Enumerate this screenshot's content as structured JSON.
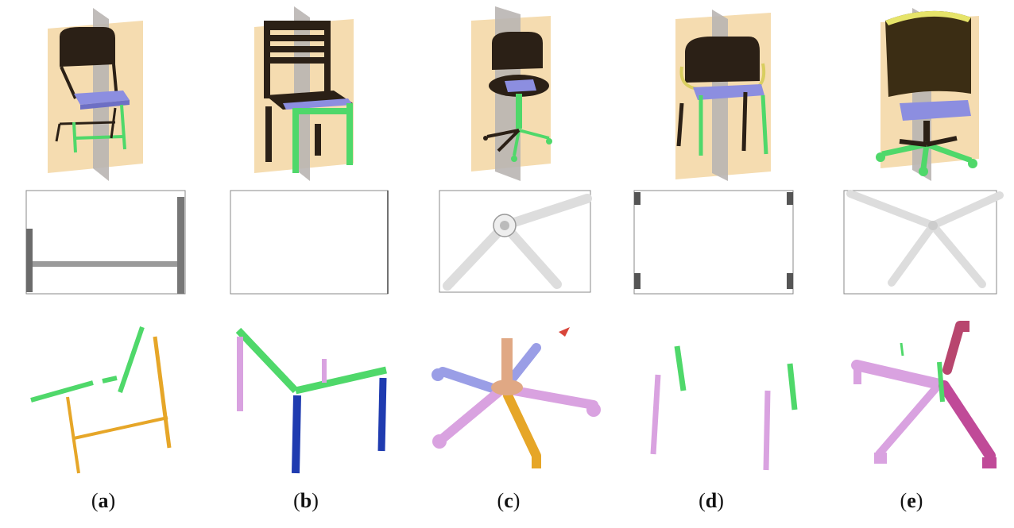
{
  "figure": {
    "columns": [
      {
        "id": "a",
        "caption_open": "(",
        "caption_letter": "a",
        "caption_close": ")",
        "object": "folding chair"
      },
      {
        "id": "b",
        "caption_open": "(",
        "caption_letter": "b",
        "caption_close": ")",
        "object": "slatted wooden chair"
      },
      {
        "id": "c",
        "caption_open": "(",
        "caption_letter": "c",
        "caption_close": ")",
        "object": "swivel office chair"
      },
      {
        "id": "d",
        "caption_open": "(",
        "caption_letter": "d",
        "caption_close": ")",
        "object": "armchair"
      },
      {
        "id": "e",
        "caption_open": "(",
        "caption_letter": "e",
        "caption_close": ")",
        "object": "executive office chair"
      }
    ],
    "colors": {
      "plane_tan": "#f5dcb0",
      "plane_gray": "#b9b5b2",
      "chair_dark": "#2b2016",
      "seat_blue": "#8c8ee0",
      "leg_green": "#4fd86a",
      "leg_orange": "#e6a628",
      "leg_pink": "#d9a2e0",
      "leg_blue": "#1f3bb0",
      "leg_salmon": "#e0a884",
      "leg_periwinkle": "#9a9ee6",
      "leg_magenta": "#c04a98",
      "leg_red": "#d8453a"
    }
  }
}
